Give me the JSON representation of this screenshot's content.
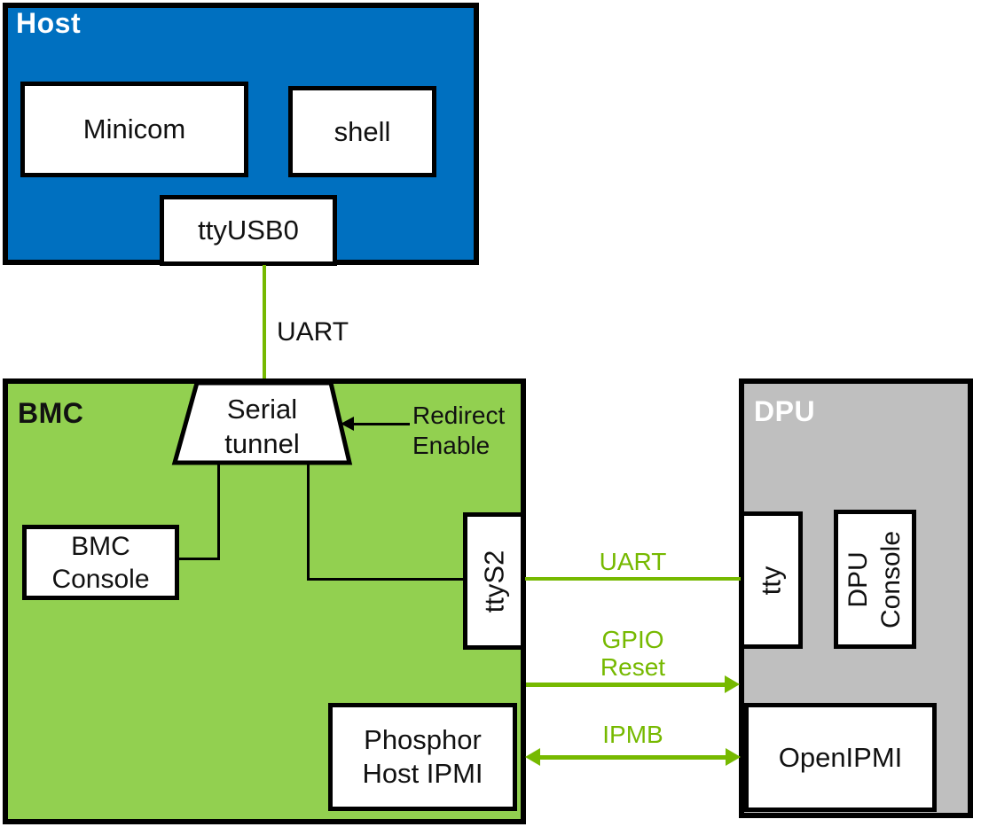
{
  "colors": {
    "host_fill": "#0070C0",
    "bmc_fill": "#92D050",
    "dpu_fill": "#BFBFBF",
    "accent_green": "#76B900",
    "ink": "#000000"
  },
  "host": {
    "label": "Host",
    "minicom": "Minicom",
    "shell": "shell",
    "ttyusb0": "ttyUSB0"
  },
  "bmc": {
    "label": "BMC",
    "serial_tunnel": {
      "line1": "Serial",
      "line2": "tunnel"
    },
    "console": {
      "line1": "BMC",
      "line2": "Console"
    },
    "ttys2": "ttyS2",
    "phosphor": {
      "line1": "Phosphor",
      "line2": "Host IPMI"
    }
  },
  "dpu": {
    "label": "DPU",
    "tty": "tty",
    "console": {
      "line1": "DPU",
      "line2": "Console"
    },
    "openipmi": "OpenIPMI"
  },
  "links": {
    "host_uart": "UART",
    "redirect": {
      "line1": "Redirect",
      "line2": "Enable"
    },
    "uart": "UART",
    "gpio": {
      "line1": "GPIO",
      "line2": "Reset"
    },
    "ipmb": "IPMB"
  }
}
